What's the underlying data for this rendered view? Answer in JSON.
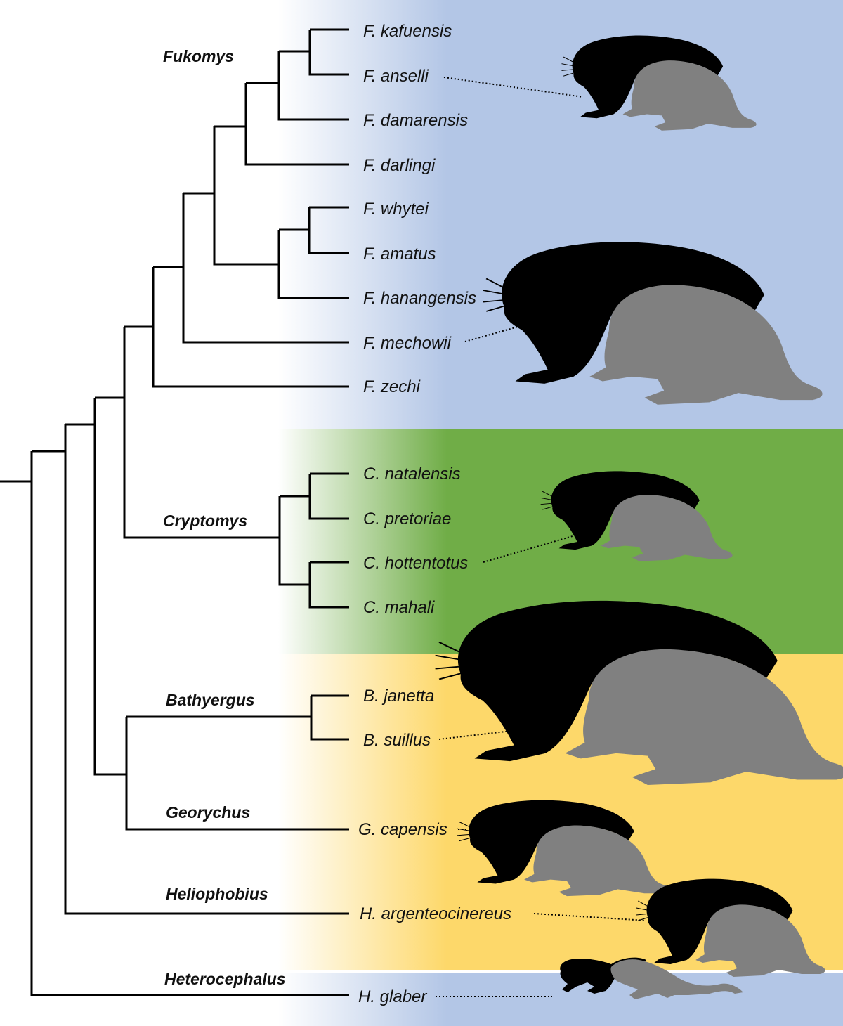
{
  "tree": {
    "genera": [
      {
        "id": "fukomys",
        "label": "Fukomys"
      },
      {
        "id": "cryptomys",
        "label": "Cryptomys"
      },
      {
        "id": "bathyergus",
        "label": "Bathyergus"
      },
      {
        "id": "georychus",
        "label": "Georychus"
      },
      {
        "id": "heliophobius",
        "label": "Heliophobius"
      },
      {
        "id": "heterocephalus",
        "label": "Heterocephalus"
      }
    ],
    "species": [
      {
        "id": "kafuensis",
        "label": "F. kafuensis"
      },
      {
        "id": "anselli",
        "label": "F. anselli"
      },
      {
        "id": "damarensis",
        "label": "F. damarensis"
      },
      {
        "id": "darlingi",
        "label": "F. darlingi"
      },
      {
        "id": "whytei",
        "label": "F. whytei"
      },
      {
        "id": "amatus",
        "label": "F. amatus"
      },
      {
        "id": "hanangensis",
        "label": "F. hanangensis"
      },
      {
        "id": "mechowii",
        "label": "F. mechowii"
      },
      {
        "id": "zechi",
        "label": "F. zechi"
      },
      {
        "id": "natalensis",
        "label": "C. natalensis"
      },
      {
        "id": "pretoriae",
        "label": "C. pretoriae"
      },
      {
        "id": "hottentotus",
        "label": "C. hottentotus"
      },
      {
        "id": "mahali",
        "label": "C. mahali"
      },
      {
        "id": "janetta",
        "label": "B. janetta"
      },
      {
        "id": "suillus",
        "label": "B. suillus"
      },
      {
        "id": "capensis",
        "label": "G. capensis"
      },
      {
        "id": "argenteocinereus",
        "label": "H. argenteocinereus"
      },
      {
        "id": "glaber",
        "label": "H. glaber"
      }
    ]
  },
  "colors": {
    "fukomys_band": "#b3c6e6",
    "cryptomys_band": "#70ad47",
    "african_band": "#fdd86a",
    "heterocephalus_band": "#b3c6e6",
    "silhouette_dark": "#000000",
    "silhouette_grey": "#808080"
  },
  "silhouettes": [
    {
      "species": "F. anselli",
      "icon": "mole-rat-silhouette"
    },
    {
      "species": "F. mechowii",
      "icon": "mole-rat-silhouette"
    },
    {
      "species": "C. hottentotus",
      "icon": "mole-rat-silhouette"
    },
    {
      "species": "B. suillus",
      "icon": "mole-rat-silhouette"
    },
    {
      "species": "G. capensis",
      "icon": "mole-rat-silhouette"
    },
    {
      "species": "H. argenteocinereus",
      "icon": "mole-rat-silhouette"
    },
    {
      "species": "H. glaber",
      "icon": "naked-mole-rat-silhouette"
    }
  ]
}
